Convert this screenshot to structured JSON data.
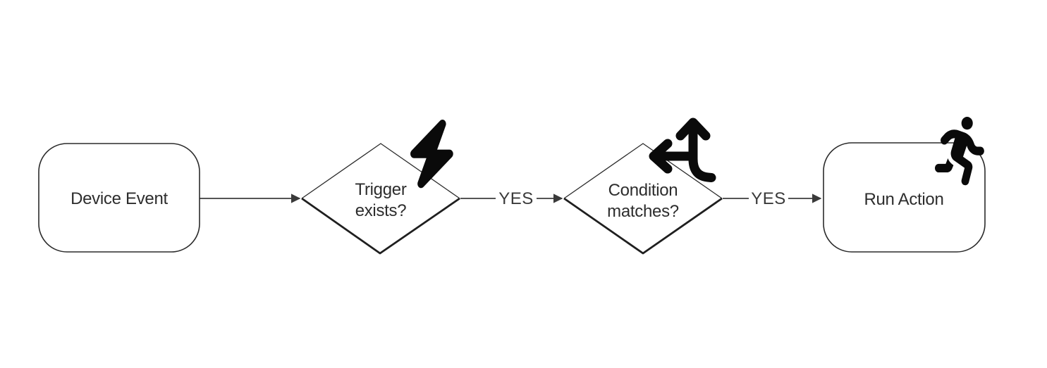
{
  "diagram": {
    "type": "flowchart",
    "direction": "left-to-right",
    "background_color": "#ffffff",
    "node_border_color": "#2b2b2b",
    "connector_color": "#3d3d3d",
    "text_color": "#2d2d2d",
    "icon_color": "#0a0a0a"
  },
  "nodes": {
    "device_event": {
      "label": "Device Event",
      "shape": "rounded-rectangle"
    },
    "trigger_exists": {
      "label_line1": "Trigger",
      "label_line2": "exists?",
      "shape": "decision-diamond",
      "icon": "bolt-icon"
    },
    "condition_matches": {
      "label_line1": "Condition",
      "label_line2": "matches?",
      "shape": "decision-diamond",
      "icon": "arrows-split-up-and-left-icon"
    },
    "run_action": {
      "label": "Run Action",
      "shape": "rounded-rectangle",
      "icon": "person-running-icon"
    }
  },
  "edges": [
    {
      "from": "device_event",
      "to": "trigger_exists",
      "label": ""
    },
    {
      "from": "trigger_exists",
      "to": "condition_matches",
      "label": "YES"
    },
    {
      "from": "condition_matches",
      "to": "run_action",
      "label": "YES"
    }
  ]
}
